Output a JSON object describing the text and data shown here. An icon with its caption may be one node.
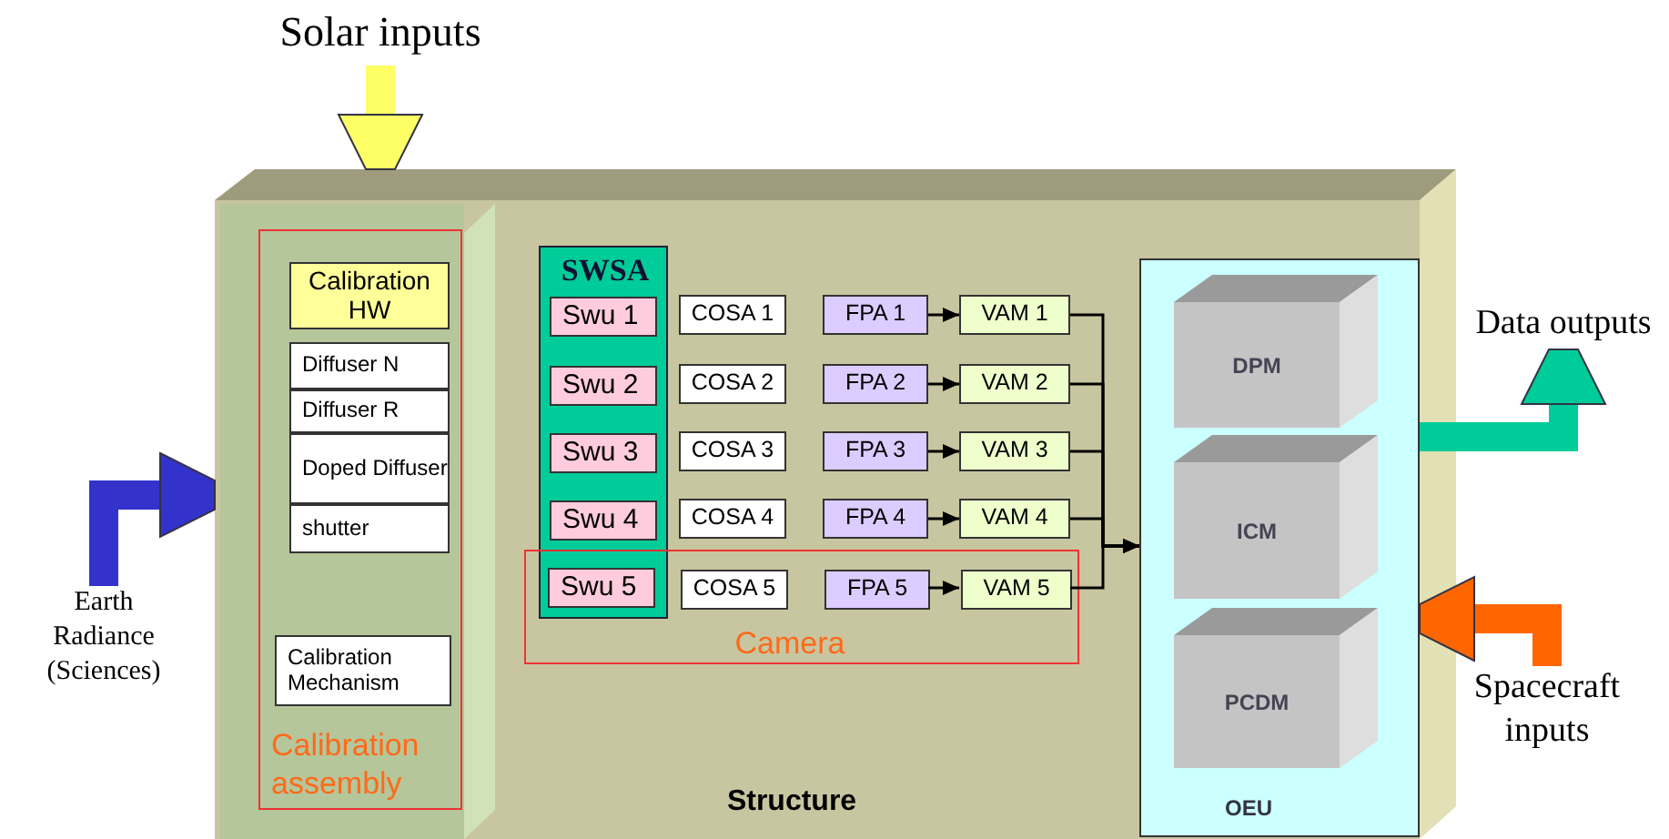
{
  "diagram": {
    "nodes": [
      {
        "text": [
          "Solar inputs"
        ]
      },
      {
        "text": [
          "Structure"
        ]
      },
      {
        "text": [
          "Calibration assembly"
        ],
        "in": 1
      },
      {
        "text": [
          "Calibration HW"
        ],
        "in": 2
      },
      {
        "text": [
          "Diffuser N"
        ],
        "in": 2
      },
      {
        "text": [
          "Diffuser R"
        ],
        "in": 2
      },
      {
        "text": [
          "Doped Diffuser"
        ],
        "in": 2
      },
      {
        "text": [
          "shutter"
        ],
        "in": 2
      },
      {
        "text": [
          "Calibration Mechanism"
        ],
        "in": 2
      },
      {
        "text": [
          "SWSA"
        ],
        "in": 1
      },
      {
        "text": [
          "Swu 1"
        ],
        "in": 9
      },
      {
        "text": [
          "Swu 2"
        ],
        "in": 9
      },
      {
        "text": [
          "Swu 3"
        ],
        "in": 9
      },
      {
        "text": [
          "Swu 4"
        ],
        "in": 9
      },
      {
        "text": [
          "Swu 5"
        ]
      },
      {
        "text": [
          "Camera"
        ],
        "in": 1
      },
      {
        "text": [
          "COSA 1"
        ],
        "in": 1
      },
      {
        "text": [
          "FPA 1"
        ],
        "in": 1
      },
      {
        "text": [
          "VAM 1"
        ],
        "in": 1
      },
      {
        "text": [
          "COSA 2"
        ],
        "in": 1
      },
      {
        "text": [
          "FPA 2"
        ],
        "in": 1
      },
      {
        "text": [
          "VAM 2"
        ],
        "in": 1
      },
      {
        "text": [
          "COSA 3"
        ],
        "in": 1
      },
      {
        "text": [
          "FPA 3"
        ],
        "in": 1
      },
      {
        "text": [
          "VAM 3"
        ],
        "in": 1
      },
      {
        "text": [
          "COSA 4"
        ],
        "in": 1
      },
      {
        "text": [
          "FPA 4"
        ],
        "in": 1
      },
      {
        "text": [
          "VAM 4"
        ],
        "in": 1
      },
      {
        "text": [
          "COSA 5"
        ],
        "in": 15
      },
      {
        "text": [
          "FPA 5"
        ],
        "in": 15
      },
      {
        "text": [
          "VAM 5"
        ],
        "in": 15
      },
      {
        "text": [
          "OEU"
        ],
        "in": 1
      },
      {
        "text": [
          "DPM"
        ],
        "in": 31
      },
      {
        "text": [
          "ICM"
        ],
        "in": 31
      },
      {
        "text": [
          "PCDM"
        ],
        "in": 31
      },
      {
        "text": [
          "Data outputs"
        ]
      },
      {
        "text": [
          "Earth Radiance (Sciences)"
        ]
      },
      {
        "text": [
          "Spacecraft inputs"
        ]
      }
    ],
    "edges": [
      {
        "from": 0,
        "to": 1,
        "arrow": "to",
        "style": "thick",
        "color": "#ffff66"
      },
      {
        "from": 36,
        "to": 1,
        "arrow": "to",
        "style": "thick",
        "color": "#3333cc"
      },
      {
        "from": 17,
        "to": 18,
        "arrow": "to"
      },
      {
        "from": 20,
        "to": 21,
        "arrow": "to"
      },
      {
        "from": 23,
        "to": 24,
        "arrow": "to"
      },
      {
        "from": 26,
        "to": 27,
        "arrow": "to"
      },
      {
        "from": 29,
        "to": 30,
        "arrow": "to"
      },
      {
        "from": 18,
        "to": 31,
        "arrow": "to"
      },
      {
        "from": 21,
        "to": 31,
        "arrow": "to"
      },
      {
        "from": 24,
        "to": 31,
        "arrow": "to"
      },
      {
        "from": 27,
        "to": 31,
        "arrow": "to"
      },
      {
        "from": 30,
        "to": 31,
        "arrow": "to"
      },
      {
        "from": 31,
        "to": 35,
        "arrow": "to",
        "style": "thick",
        "color": "#00cc99"
      },
      {
        "from": 37,
        "to": 31,
        "arrow": "to",
        "style": "thick",
        "color": "#ff6600"
      }
    ]
  }
}
